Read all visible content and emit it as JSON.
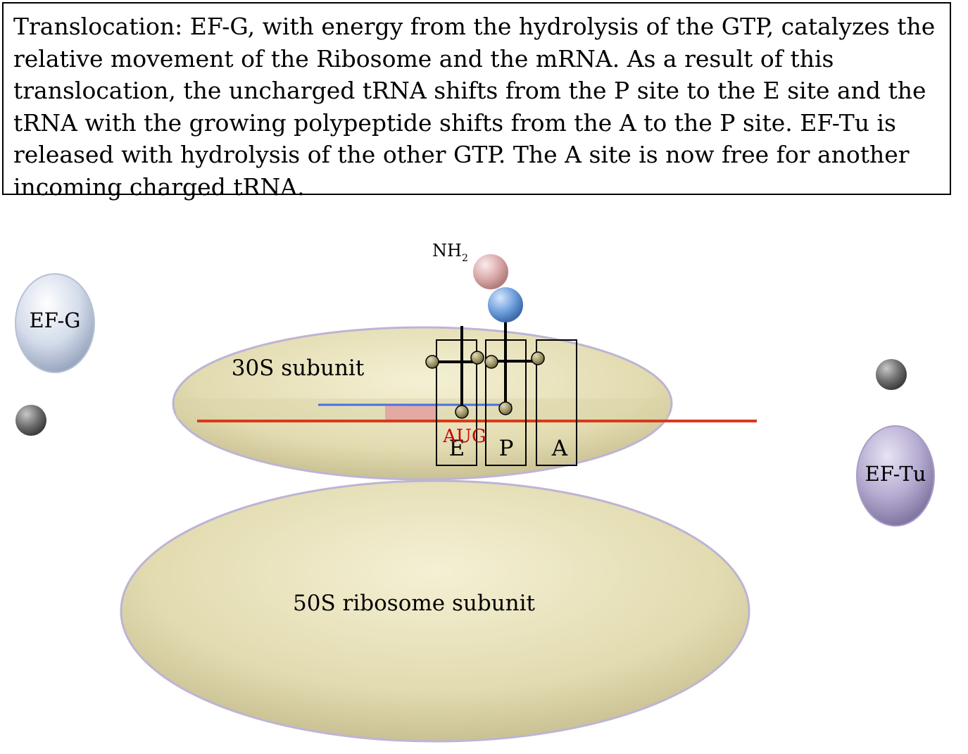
{
  "caption": "Translocation: EF-G, with energy from the hydrolysis of the GTP, catalyzes the relative movement of the Ribosome and the mRNA. As a result of this translocation, the uncharged tRNA shifts from the P site to the E site and the tRNA with the growing polypeptide shifts from the A to the P site. EF-Tu is released with hydrolysis of the other GTP. The A site is now free for another incoming charged tRNA.",
  "labels": {
    "ef_g": "EF-G",
    "ef_tu": "EF-Tu",
    "small_subunit": "30S subunit",
    "large_subunit": "50S ribosome subunit",
    "nh2_main": "NH",
    "nh2_sub": "2",
    "start_codon": "AUG",
    "site_e": "E",
    "site_p": "P",
    "site_a": "A"
  },
  "colors": {
    "ribosome": "#e6e0b8",
    "mrna": "#d93a1a",
    "shine_dalgarno": "#4a6fe0",
    "codon_box": "#e3a0a0",
    "start_codon_text": "#cc0000",
    "ef_g": "#c9d3e6",
    "ef_tu": "#b0a6cc",
    "gtp": "#6a6a6a",
    "amino_acid_terminal": "#d4a0a0",
    "amino_acid_next": "#6a9ad8",
    "trna_node": "#a79e72"
  }
}
